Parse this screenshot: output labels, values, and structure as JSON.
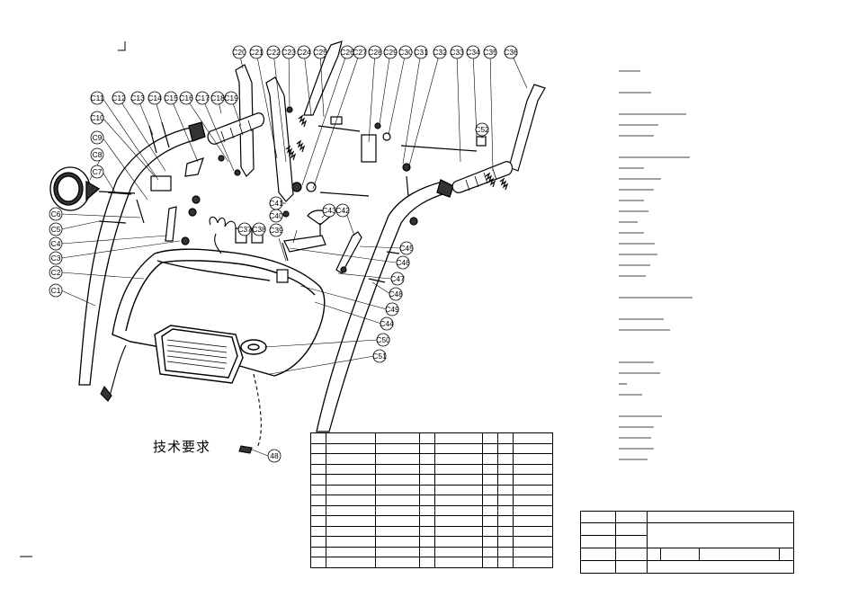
{
  "drawing": {
    "tech_requirements_label": "技术要求",
    "callouts": [
      "C1",
      "C2",
      "C3",
      "C4",
      "C5",
      "C6",
      "C7",
      "C8",
      "C9",
      "C10",
      "C11",
      "C12",
      "C13",
      "C14",
      "C15",
      "C16",
      "C17",
      "C18",
      "C19",
      "C20",
      "C21",
      "C22",
      "C23",
      "C24",
      "C25",
      "C26",
      "C27",
      "C28",
      "C29",
      "C30",
      "C31",
      "C32",
      "C33",
      "C34",
      "C35",
      "C36",
      "C37",
      "C38",
      "C39",
      "C40",
      "C41",
      "C42",
      "C43",
      "C44",
      "C45",
      "C46",
      "C47",
      "C48",
      "C49",
      "C50",
      "C51",
      "C52",
      "48"
    ]
  },
  "colors": {
    "ink": "#000000",
    "paper": "#ffffff",
    "shade": "#333333"
  }
}
